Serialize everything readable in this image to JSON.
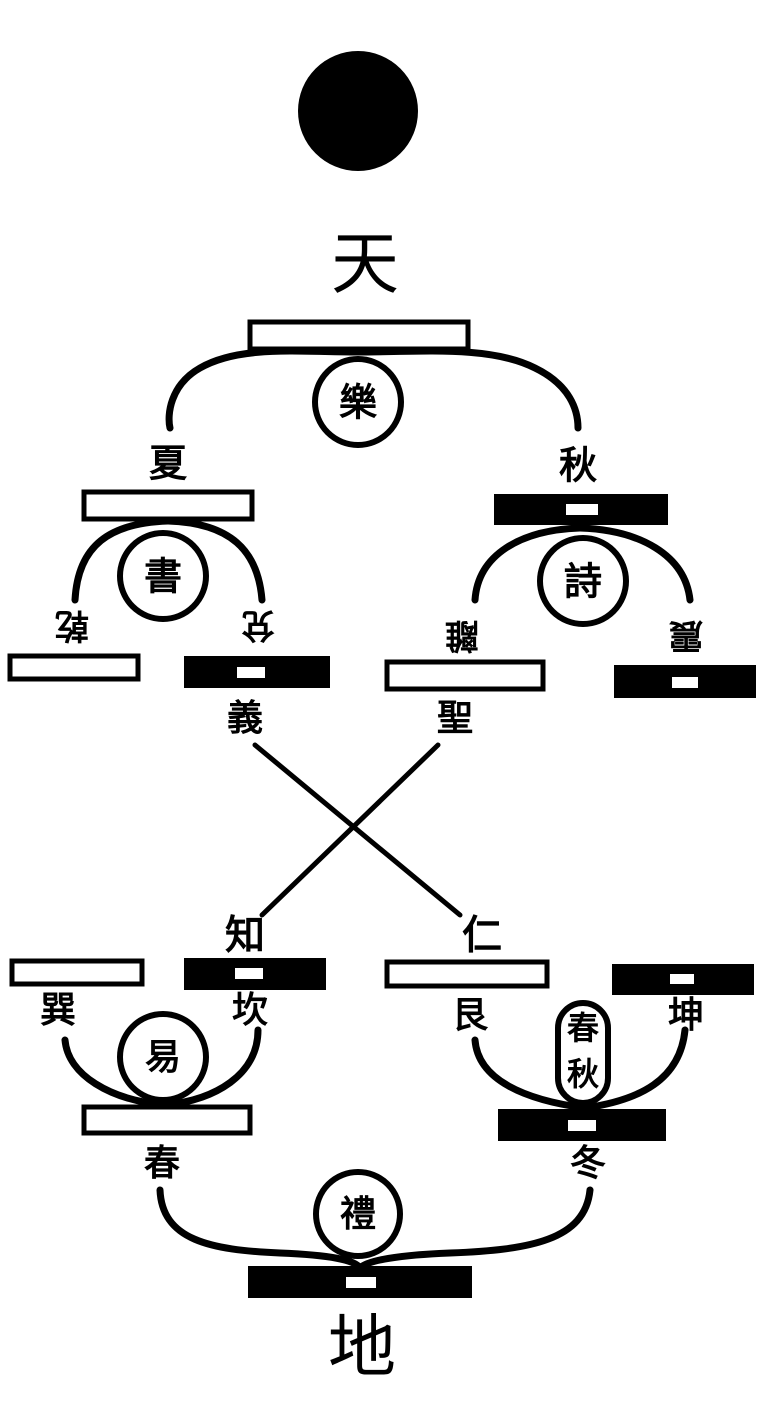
{
  "heaven": "天",
  "earth": "地",
  "classics": {
    "music": "樂",
    "documents": "書",
    "poetry": "詩",
    "changes": "易",
    "annals_1": "春",
    "annals_2": "秋",
    "rites": "禮"
  },
  "seasons": {
    "summer": "夏",
    "autumn": "秋",
    "spring": "春",
    "winter": "冬"
  },
  "trigrams": {
    "qian": "乾",
    "dui": "兌",
    "li": "離",
    "zhen": "震",
    "xun": "巽",
    "kan": "坎",
    "gen": "艮",
    "kun": "坤"
  },
  "virtues": {
    "righteousness": "義",
    "sageliness": "聖",
    "wisdom": "知",
    "benevolence": "仁"
  },
  "sun_symbol": "日"
}
